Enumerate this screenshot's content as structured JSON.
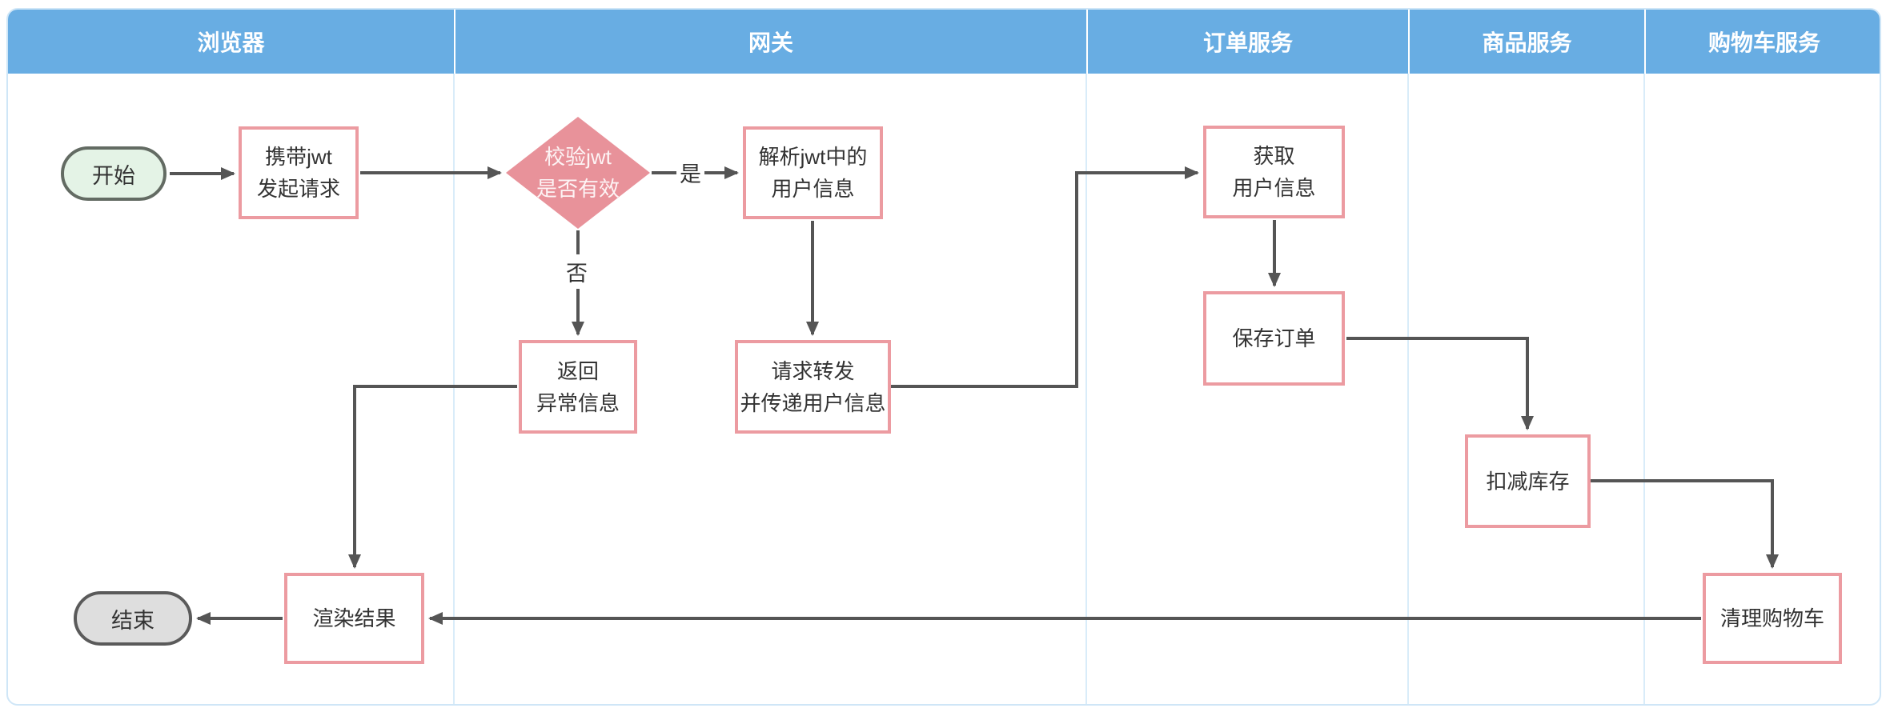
{
  "lanes": [
    {
      "label": "浏览器"
    },
    {
      "label": "网关"
    },
    {
      "label": "订单服务"
    },
    {
      "label": "商品服务"
    },
    {
      "label": "购物车服务"
    }
  ],
  "nodes": {
    "start": {
      "label": "开始"
    },
    "carry_jwt": {
      "line1": "携带jwt",
      "line2": "发起请求"
    },
    "validate_jwt": {
      "line1": "校验jwt",
      "line2": "是否有效"
    },
    "parse_jwt": {
      "line1": "解析jwt中的",
      "line2": "用户信息"
    },
    "get_user": {
      "line1": "获取",
      "line2": "用户信息"
    },
    "save_order": {
      "label": "保存订单"
    },
    "return_error": {
      "line1": "返回",
      "line2": "异常信息"
    },
    "forward_request": {
      "line1": "请求转发",
      "line2": "并传递用户信息"
    },
    "deduct_stock": {
      "label": "扣减库存"
    },
    "clear_cart": {
      "label": "清理购物车"
    },
    "render_result": {
      "label": "渲染结果"
    },
    "end": {
      "label": "结束"
    }
  },
  "edge_labels": {
    "yes": "是",
    "no": "否"
  },
  "colors": {
    "header_bg": "#68ade3",
    "header_text": "#ffffff",
    "box_border": "#ec9ba1",
    "diamond_fill": "#e8929a",
    "diamond_text": "#fdf4f5",
    "start_fill": "#e4f3e6",
    "start_border": "#636b63",
    "end_fill": "#dedede",
    "end_border": "#5a5a5a",
    "line": "#555555",
    "text": "#333333",
    "lane_line": "#d9ecf9",
    "frame_border": "#cfe6f7"
  }
}
